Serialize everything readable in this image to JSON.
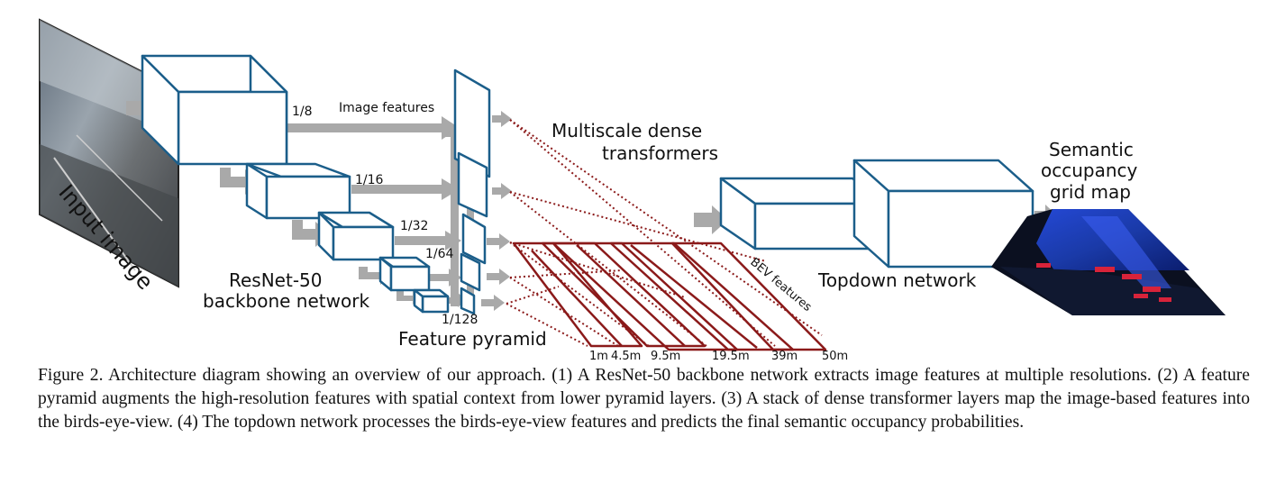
{
  "labels": {
    "input_image": "Input image",
    "resnet_line1": "ResNet-50",
    "resnet_line2": "backbone network",
    "scale_8": "1/8",
    "scale_16": "1/16",
    "scale_32": "1/32",
    "scale_64": "1/64",
    "scale_128": "1/128",
    "image_features": "Image features",
    "feature_pyramid": "Feature pyramid",
    "mdt_line1": "Multiscale dense",
    "mdt_line2": "transformers",
    "bev_features": "BEV features",
    "topdown": "Topdown network",
    "sem_line1": "Semantic",
    "sem_line2": "occupancy",
    "sem_line3": "grid map",
    "dist_1m": "1m",
    "dist_4_5m": "4.5m",
    "dist_9_5m": "9.5m",
    "dist_19_5m": "19.5m",
    "dist_39m": "39m",
    "dist_50m": "50m"
  },
  "colors": {
    "box_stroke": "#1b5e8a",
    "arrow": "#a9a9a9",
    "bev_stroke": "#8b1a1a",
    "map_blue": "#1f3fbf",
    "map_red": "#d8233a"
  },
  "caption": "Figure 2. Architecture diagram showing an overview of our approach. (1) A ResNet-50 backbone network extracts image features at multiple resolutions. (2) A feature pyramid augments the high-resolution features with spatial context from lower pyramid layers. (3) A stack of dense transformer layers map the image-based features into the birds-eye-view. (4) The topdown network processes the birds-eye-view features and predicts the final semantic occupancy probabilities."
}
